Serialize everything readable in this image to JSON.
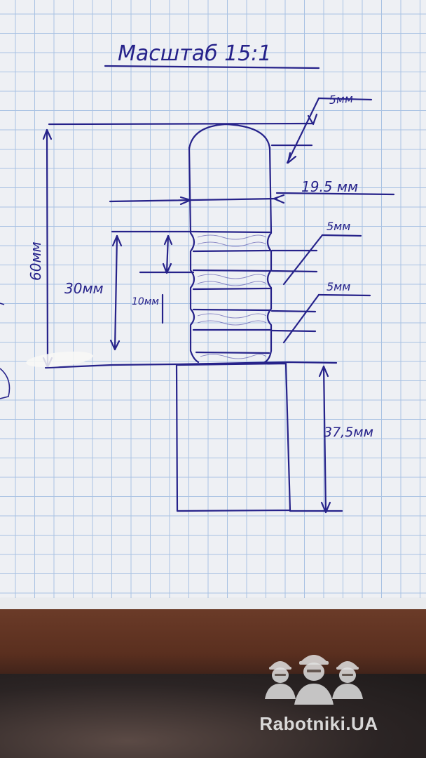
{
  "title": "Масштаб 15:1",
  "dimensions": {
    "total_height": "60мм",
    "groove_section": "30мм",
    "groove_pitch": "10мм",
    "tip_radius": "5мм",
    "diameter": "19.5 мм",
    "groove_depth_1": "5мм",
    "groove_depth_2": "5мм",
    "base_height": "37,5мм"
  },
  "watermark": {
    "text": "Rabotniki.UA",
    "icon": "three-builders-hardhat-icon"
  },
  "colors": {
    "ink": "#26228a",
    "grid": "#a9c2e3",
    "paper": "#eef0f4"
  }
}
